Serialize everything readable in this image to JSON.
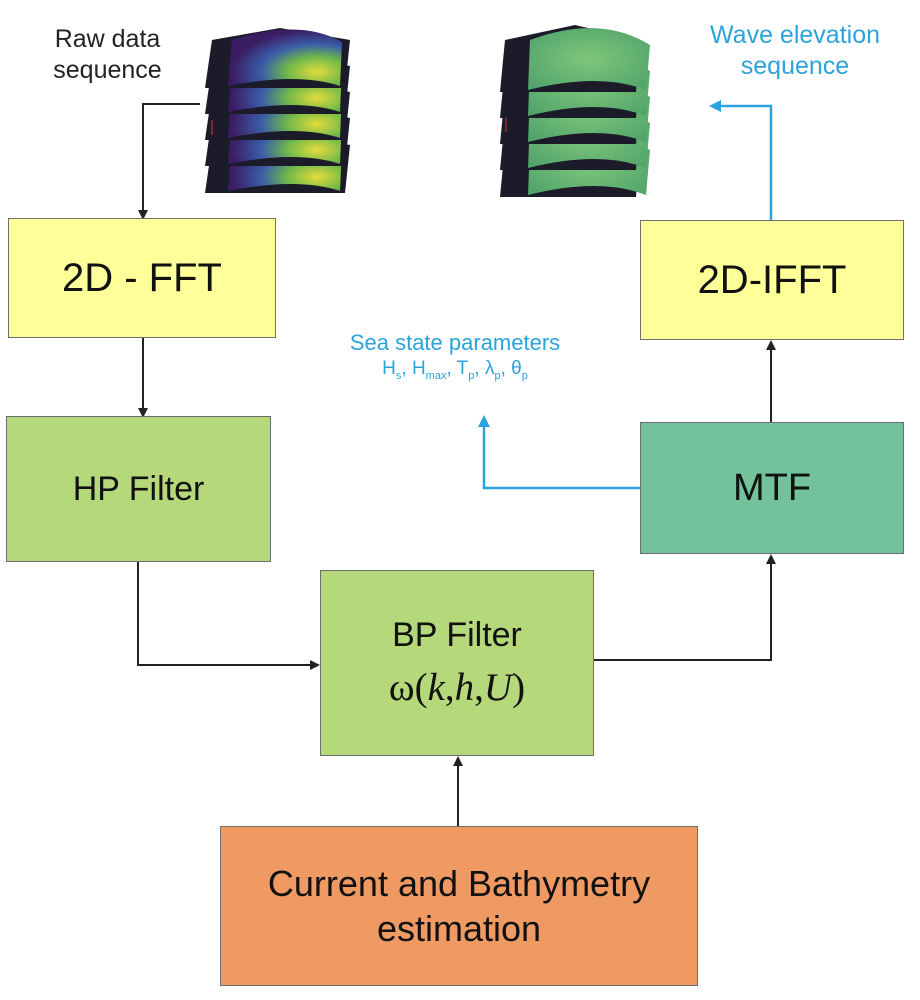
{
  "labels": {
    "raw_line1": "Raw data",
    "raw_line2": "sequence",
    "wave_line1": "Wave elevation",
    "wave_line2": "sequence",
    "sea_title": "Sea state parameters",
    "sea_params": [
      {
        "sym": "H",
        "sub": "s"
      },
      {
        "sym": "H",
        "sub": "max"
      },
      {
        "sym": "T",
        "sub": "p"
      },
      {
        "sym": "λ",
        "sub": "p"
      },
      {
        "sym": "θ",
        "sub": "p"
      }
    ]
  },
  "boxes": {
    "fft": "2D - FFT",
    "hp": "HP Filter",
    "bp": "BP Filter",
    "bp_formula": {
      "omega": "ω",
      "open": "(",
      "k": "k",
      "comma1": ",",
      "h": "h",
      "comma2": ",",
      "u": "U",
      "close": ")"
    },
    "mtf": "MTF",
    "ifft": "2D-IFFT",
    "current_line1": "Current and Bathymetry",
    "current_line2": "estimation"
  },
  "colors": {
    "yellow": "#ffff99",
    "light_green": "#b5d97a",
    "teal": "#72c29c",
    "orange": "#ef9a62",
    "blue_accent": "#2ba3dc",
    "arrow": "#222222"
  },
  "icons": {
    "raw_stack": "radar-image-stack-icon",
    "wave_stack": "wave-elevation-stack-icon"
  }
}
